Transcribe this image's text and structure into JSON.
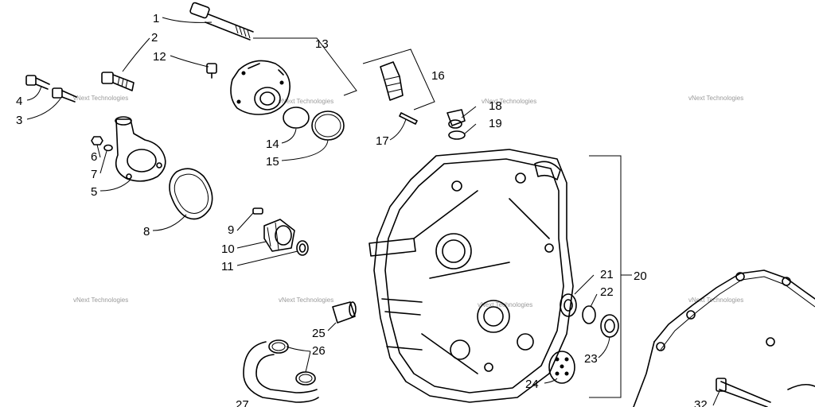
{
  "callouts": {
    "c1": "1",
    "c2": "2",
    "c3": "3",
    "c4": "4",
    "c5": "5",
    "c6": "6",
    "c7": "7",
    "c8": "8",
    "c9": "9",
    "c10": "10",
    "c11": "11",
    "c12": "12",
    "c13": "13",
    "c14": "14",
    "c15": "15",
    "c16": "16",
    "c17": "17",
    "c18": "18",
    "c19": "19",
    "c20": "20",
    "c21": "21",
    "c22": "22",
    "c23": "23",
    "c24": "24",
    "c25": "25",
    "c26": "26",
    "c27": "27",
    "c32": "32"
  },
  "watermark": "vNext Technologies"
}
